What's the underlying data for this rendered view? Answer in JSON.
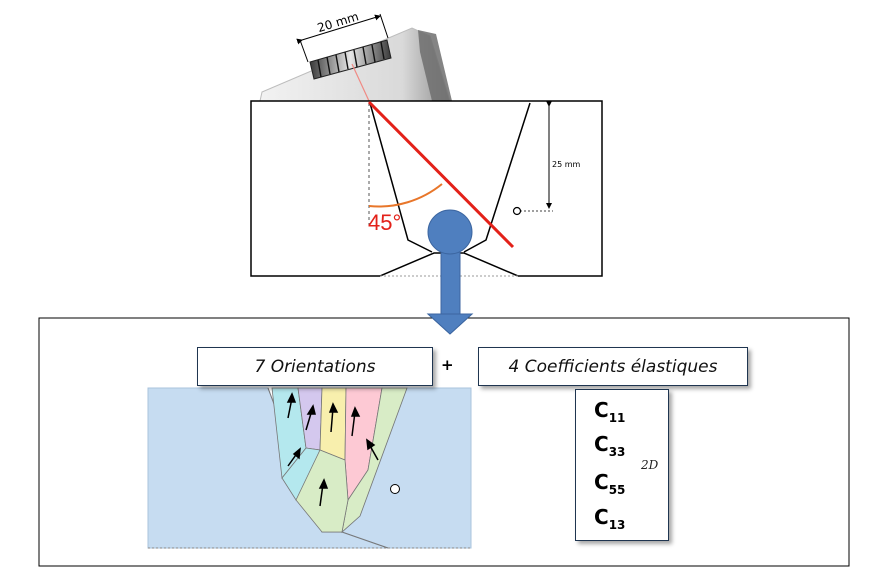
{
  "top_diagram": {
    "width_label": "20 mm",
    "depth_label": "25 mm",
    "angle_label": "45°"
  },
  "panel": {
    "orientations_label": "7 Orientations",
    "plus_label": "+",
    "coefficients_label": "4 Coefficients élastiques",
    "coefficients": [
      {
        "base": "C",
        "sub": "11"
      },
      {
        "base": "C",
        "sub": "33"
      },
      {
        "base": "C",
        "sub": "55"
      },
      {
        "base": "C",
        "sub": "13"
      }
    ],
    "dimension_label": "2D"
  },
  "colors": {
    "beam": "#e32119",
    "arrow": "#4f7fbf",
    "panel_bg": "#c6dcf1",
    "grain_cyan": "#b4e8ee",
    "grain_purple": "#d4c8ee",
    "grain_yellow": "#f8efad",
    "grain_pink": "#fdc9d4",
    "grain_green": "#d8ecc6"
  }
}
